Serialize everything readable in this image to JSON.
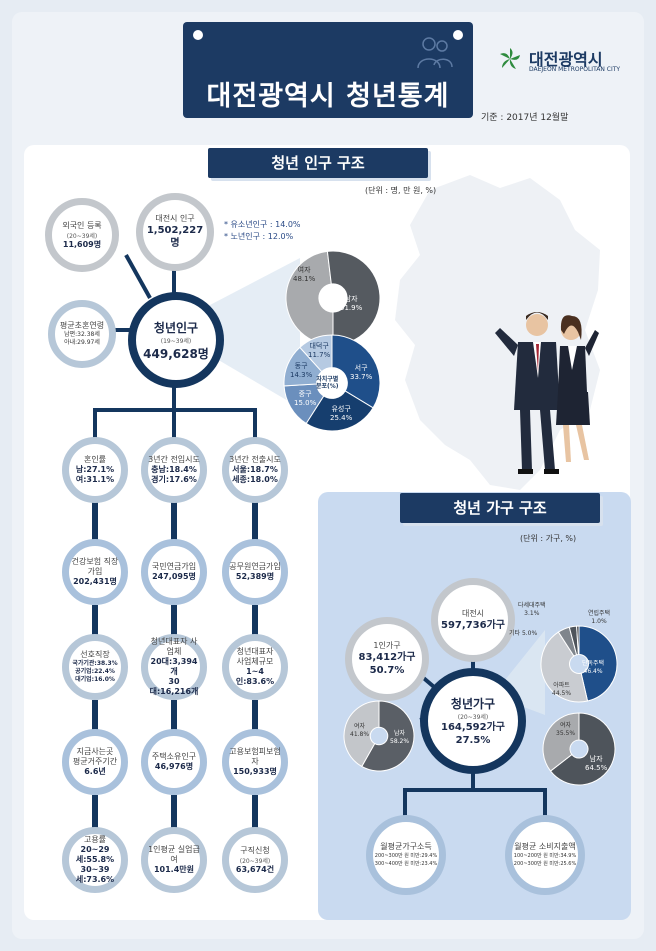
{
  "header": {
    "title": "대전광역시 청년통계",
    "logo_name": "대전광역시",
    "logo_sub": "DAEJEON METROPOLITAN CITY",
    "basis": "기준 : 2017년 12월말"
  },
  "population": {
    "section_title": "청년 인구 구조",
    "unit": "(단위 : 명, 만 원, %)",
    "foreign": {
      "label": "외국인 등록",
      "sub": "(20~39세)",
      "value": "11,609명"
    },
    "city": {
      "label": "대전시 인구",
      "value": "1,502,227명"
    },
    "notes": [
      "* 유소년인구 : 14.0%",
      "* 노년인구 : 12.0%"
    ],
    "youth": {
      "label": "청년인구",
      "sub": "(19~39세)",
      "value": "449,628명"
    },
    "marriage_age": {
      "label": "평균초혼연령",
      "l1": "남편:32.38세",
      "l2": "아내:29.97세"
    },
    "gender_pie": {
      "slices": [
        {
          "name": "여자",
          "value": 48.1,
          "color": "#a8aaad"
        },
        {
          "name": "남자",
          "value": 51.9,
          "color": "#555a60"
        }
      ],
      "labels": [
        "여자",
        "48.1%",
        "남자",
        "51.9%"
      ]
    },
    "district_pie": {
      "center": [
        "자치구별",
        "분포(%)"
      ],
      "slices": [
        {
          "name": "서구",
          "value": 33.7,
          "color": "#1f4f8a"
        },
        {
          "name": "유성구",
          "value": 25.4,
          "color": "#163e6e"
        },
        {
          "name": "중구",
          "value": 15.0,
          "color": "#6b8fbd"
        },
        {
          "name": "동구",
          "value": 14.3,
          "color": "#90aed1"
        },
        {
          "name": "대덕구",
          "value": 11.7,
          "color": "#b6cae2"
        }
      ],
      "labels": [
        "서구",
        "33.7%",
        "유성구",
        "25.4%",
        "중구",
        "15.0%",
        "동구",
        "14.3%",
        "대덕구",
        "11.7%"
      ]
    },
    "tree": [
      {
        "label": "혼인률",
        "l1": "남:27.1%",
        "l2": "여:31.1%"
      },
      {
        "label": "3년간 전입시도",
        "l1": "충남:18.4%",
        "l2": "경기:17.6%"
      },
      {
        "label": "3년간 전출시도",
        "l1": "서울:18.7%",
        "l2": "세종:18.0%"
      },
      {
        "label": "건강보험 직장가입",
        "value": "202,431명"
      },
      {
        "label": "국민연금가입",
        "value": "247,095명"
      },
      {
        "label": "공무원연금가입",
        "value": "52,389명"
      },
      {
        "label": "선호직장",
        "l1": "국가기관:38.3%",
        "l2": "공기업:22.4%",
        "l3": "대기업:16.0%"
      },
      {
        "label": "청년대표자 사업체",
        "l1": "20대:3,394개",
        "l2": "30대:16,216개"
      },
      {
        "label": "청년대표자",
        "label2": "사업체규모",
        "value": "1~4인:83.6%"
      },
      {
        "label": "지금사는곳",
        "label2": "평균거주기간",
        "value": "6.6년"
      },
      {
        "label": "주택소유인구",
        "value": "46,976명"
      },
      {
        "label": "고용보험피보험자",
        "value": "150,933명"
      },
      {
        "label": "고용률",
        "l1": "20~29세:55.8%",
        "l2": "30~39세:73.6%"
      },
      {
        "label": "1인평균 실업급여",
        "value": "101.4만원"
      },
      {
        "label": "구직신청",
        "sub": "(20~39세)",
        "value": "63,674건"
      }
    ]
  },
  "household": {
    "section_title": "청년 가구 구조",
    "unit": "(단위 : 가구, %)",
    "city": {
      "label": "대전시",
      "value": "597,736가구"
    },
    "single": {
      "label": "1인가구",
      "value": "83,412가구",
      "pct": "50.7%"
    },
    "youth": {
      "label": "청년가구",
      "sub": "(20~39세)",
      "value": "164,592가구",
      "pct": "27.5%"
    },
    "housing_pie": {
      "slices": [
        {
          "name": "단독주택",
          "value": 46.4,
          "color": "#1f4f8a"
        },
        {
          "name": "아파트",
          "value": 44.5,
          "color": "#c9ccd1"
        },
        {
          "name": "기타",
          "value": 5.0,
          "color": "#7f858c"
        },
        {
          "name": "다세대주택",
          "value": 3.1,
          "color": "#4e545b"
        },
        {
          "name": "연립주택",
          "value": 1.0,
          "color": "#2d3238"
        }
      ],
      "labels": [
        "단독주택",
        "46.4%",
        "아파트",
        "44.5%",
        "기타 5.0%",
        "다세대주택",
        "3.1%",
        "연립주택",
        "1.0%"
      ]
    },
    "single_gender_pie": {
      "slices": [
        {
          "name": "남자",
          "value": 58.2,
          "color": "#5a5f66"
        },
        {
          "name": "여자",
          "value": 41.8,
          "color": "#c3c6ca"
        }
      ],
      "labels": [
        "여자",
        "41.8%",
        "남자",
        "58.2%"
      ]
    },
    "youth_gender_pie": {
      "slices": [
        {
          "name": "남자",
          "value": 64.5,
          "color": "#4e545b"
        },
        {
          "name": "여자",
          "value": 35.5,
          "color": "#a8aaad"
        }
      ],
      "labels": [
        "여자",
        "35.5%",
        "남자",
        "64.5%"
      ]
    },
    "income": {
      "label": "월평균가구소득",
      "l1": "200~300만 원 미만:29.4%",
      "l2": "300~400만 원 미만:23.4%"
    },
    "spending": {
      "label": "월평균 소비지출액",
      "l1": "100~200만 원 미만:34.9%",
      "l2": "200~300만 원 미만:25.6%"
    }
  },
  "colors": {
    "navy": "#1c3a63",
    "light_blue_panel": "#c9daf0"
  }
}
